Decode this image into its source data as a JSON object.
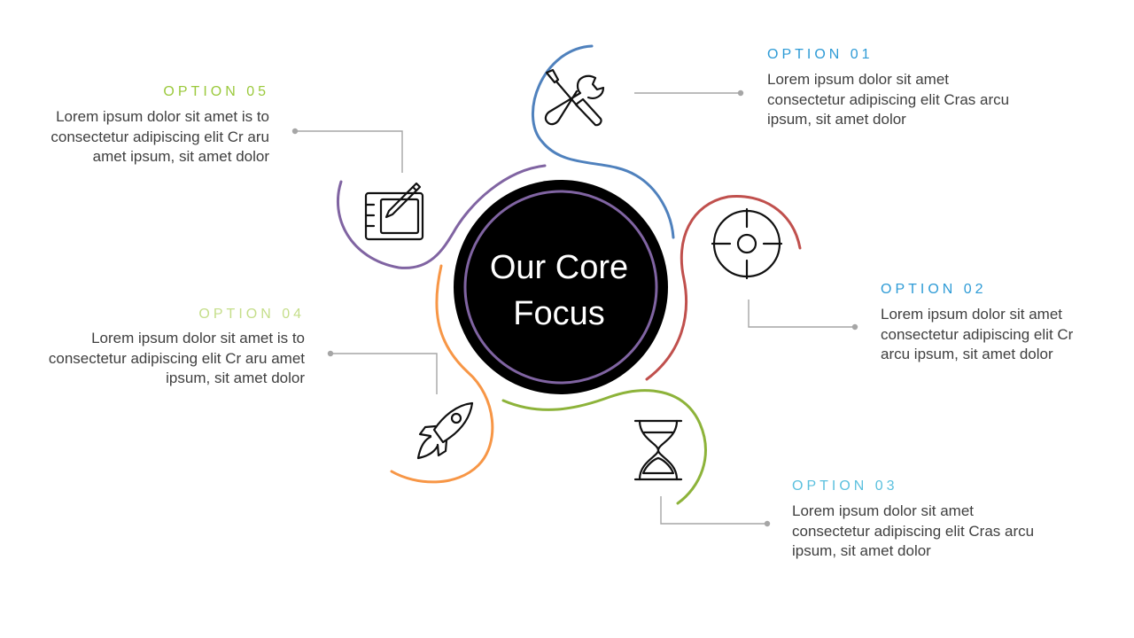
{
  "center": {
    "title": "Our Core\nFocus"
  },
  "options": [
    {
      "id": "01",
      "title": "OPTION  01",
      "text": "Lorem ipsum dolor sit amet\nconsectetur adipiscing elit Cras arcu\nipsum, sit amet dolor",
      "color": "#4F81BD",
      "title_color": "#2E9BD6",
      "icon": "wrench-screwdriver-icon"
    },
    {
      "id": "02",
      "title": "OPTION  02",
      "text": "Lorem ipsum dolor sit amet\nconsectetur adipiscing elit Cr\narcu ipsum, sit amet dolor",
      "color": "#C0504D",
      "title_color": "#2E9BD6",
      "icon": "crosshair-icon"
    },
    {
      "id": "03",
      "title": "OPTION  03",
      "text": "Lorem ipsum dolor sit amet\nconsectetur adipiscing elit Cras arcu\nipsum, sit amet dolor",
      "color": "#8DB33A",
      "title_color": "#5BC0DE",
      "icon": "hourglass-icon"
    },
    {
      "id": "04",
      "title": "OPTION  04",
      "text": "Lorem ipsum dolor sit amet is to\nconsectetur adipiscing elit Cr aru  amet\nipsum, sit amet dolor",
      "color": "#F79646",
      "title_color": "#C5DE8A",
      "icon": "rocket-icon"
    },
    {
      "id": "05",
      "title": "OPTION  05",
      "text": "Lorem ipsum dolor sit amet is to\nconsectetur adipiscing elit Cr aru\namet ipsum, sit amet dolor",
      "color": "#8064A2",
      "title_color": "#9BC93C",
      "icon": "drawing-tablet-icon"
    }
  ],
  "colors": {
    "center_fill": "#000000",
    "center_ring": "#8064A2",
    "connector": "#A6A6A6",
    "body_text": "#3F3F3F"
  }
}
